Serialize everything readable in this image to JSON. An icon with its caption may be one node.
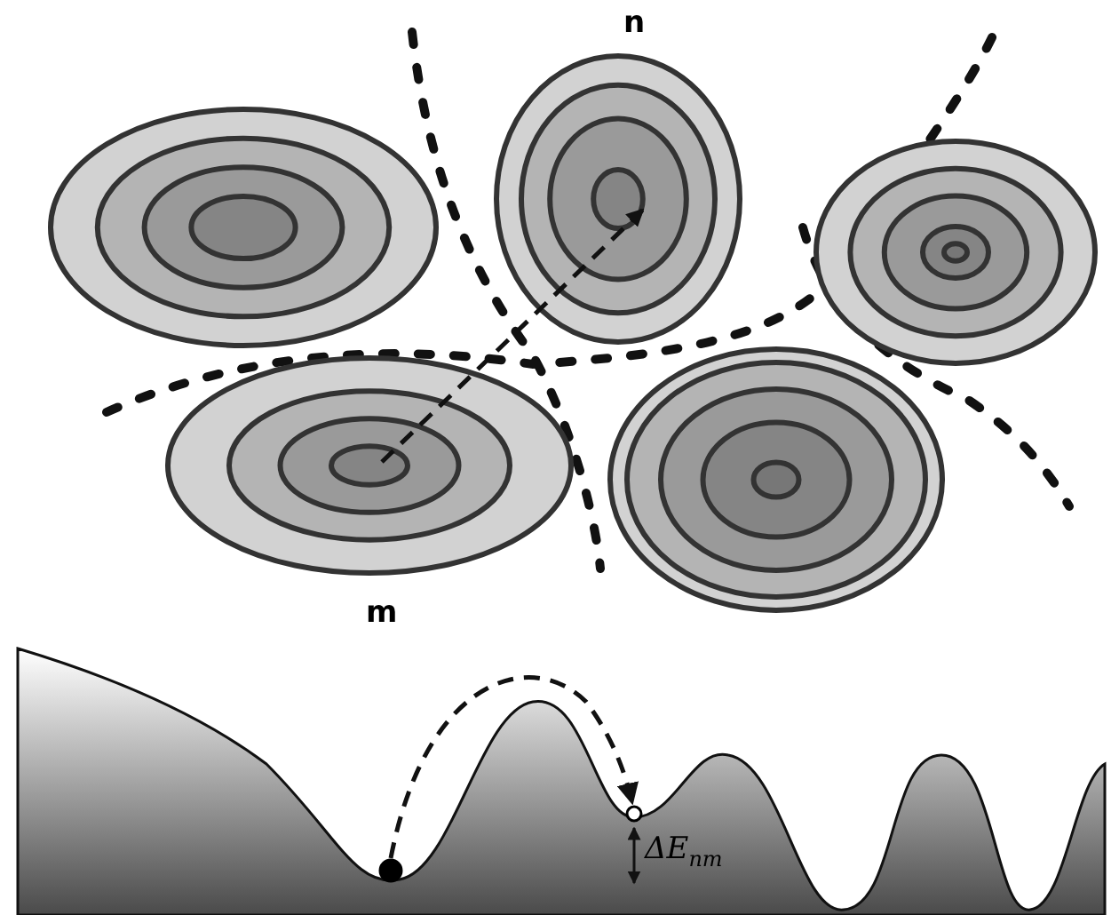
{
  "diagram": {
    "nodes": [
      {
        "text": [],
        "shape": "circle"
      },
      {
        "text": [
          "n"
        ]
      },
      {
        "text": [],
        "shape": "circle"
      },
      {
        "text": [
          "m"
        ]
      },
      {
        "text": [],
        "shape": "circle"
      },
      {
        "text": [],
        "shape": "circle"
      },
      {
        "text": [],
        "shape": "circle"
      }
    ],
    "edges": [
      {
        "from": 3,
        "to": 1,
        "arrow": "to",
        "style": "dashed"
      },
      {
        "from": 5,
        "to": 6,
        "arrow": "to",
        "style": "dashed"
      }
    ],
    "labels": [
      "ΔE$_{nm}$"
    ]
  }
}
